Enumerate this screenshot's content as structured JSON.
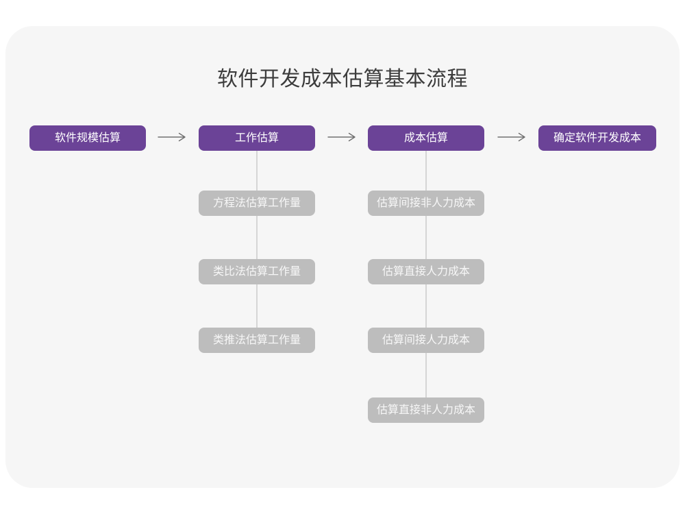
{
  "title": "软件开发成本估算基本流程",
  "flow": {
    "main_steps": [
      "软件规模估算",
      "工作估算",
      "成本估算",
      "确定软件开发成本"
    ],
    "work_estimation_methods": [
      "方程法估算工作量",
      "类比法估算工作量",
      "类推法估算工作量"
    ],
    "cost_estimation_steps": [
      "估算间接非人力成本",
      "估算直接人力成本",
      "估算间接人力成本",
      "估算直接非人力成本"
    ]
  },
  "colors": {
    "primary": "#6B4397",
    "sub_box": "#BDBDBD",
    "card_bg": "#F6F6F6",
    "page_bg": "#FFFFFF",
    "arrow": "#707070",
    "connector": "#D5D5D5",
    "title_text": "#3C3C3C",
    "box_text": "#FFFFFF"
  }
}
